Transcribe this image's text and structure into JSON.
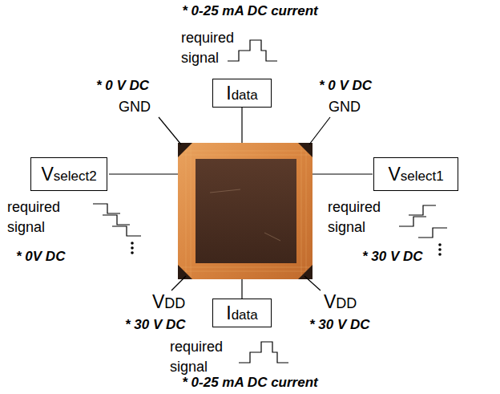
{
  "diagram": {
    "nodes": [
      {
        "text": [
          "Idata"
        ]
      },
      {
        "text": [
          "Vselect2"
        ]
      },
      {
        "text": [
          "Vselect1"
        ]
      },
      {
        "text": [
          "Idata"
        ]
      }
    ],
    "labels": [
      "* 0-25 mA DC current",
      "required signal",
      "* 0 V DC",
      "GND",
      "* 0 V DC",
      "GND",
      "required signal",
      "* 0V DC",
      "required signal",
      "* 30 V DC",
      "VDD",
      "* 30 V DC",
      "VDD",
      "* 30 V DC",
      "required signal",
      "* 0-25 mA DC current"
    ]
  }
}
